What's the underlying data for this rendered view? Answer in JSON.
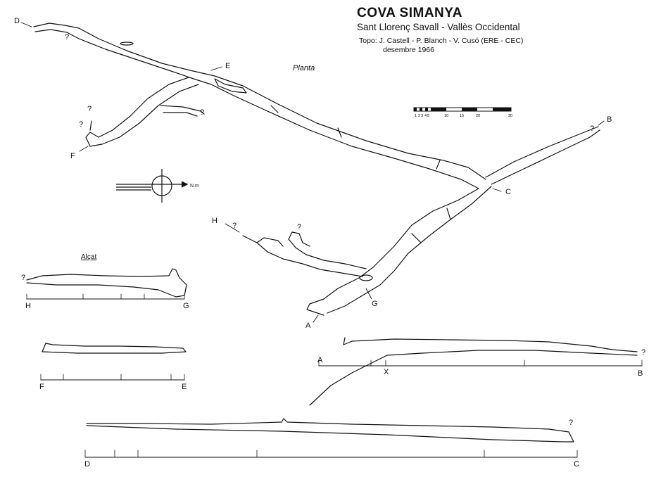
{
  "title": "COVA SIMANYA",
  "subtitle": "Sant Llorenç Savall - Vallès Occidental",
  "credits": {
    "line1": "Topo: J. Castell - P. Blanch - V. Cusó  (ERE - CEC)",
    "line2": "desembre 1966"
  },
  "views": {
    "plan": "Planta",
    "elevation": "Alçat"
  },
  "north_label": "N.m",
  "scale_ticks": [
    "1",
    "2",
    "3",
    "4",
    "5",
    "10",
    "15",
    "20",
    "30"
  ],
  "points": [
    "A",
    "B",
    "C",
    "D",
    "E",
    "F",
    "G",
    "H",
    "X"
  ],
  "unknown_mark": "?"
}
